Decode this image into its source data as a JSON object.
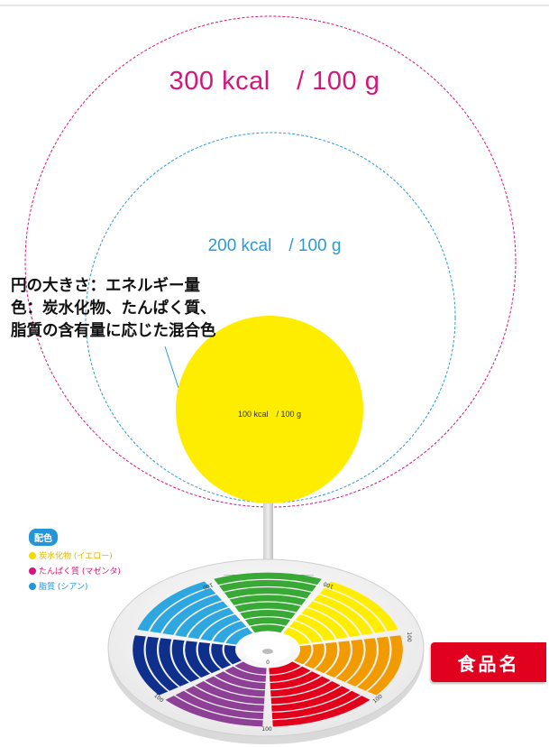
{
  "circles": {
    "label_300": "300 kcal　/ 100 g",
    "label_200": "200 kcal　/ 100 g",
    "label_100": "100 kcal　/ 100 g",
    "color_300": "#d6157a",
    "color_200": "#2c9ad6",
    "fill_100": "#ffed00"
  },
  "caption": {
    "line1": "円の大きさ：エネルギー量",
    "line2": "色：炭水化物、たんぱく質、",
    "line3": "脂質の含有量に応じた混合色"
  },
  "legend": {
    "title": "配色",
    "items": [
      {
        "label": "炭水化物 (イエロー)",
        "color": "#f5d800"
      },
      {
        "label": "たんぱく質 (マゼンタ)",
        "color": "#d6157a"
      },
      {
        "label": "脂質 (シアン)",
        "color": "#2496d8"
      }
    ]
  },
  "dial": {
    "tick_labels": [
      "100",
      "100",
      "100",
      "100",
      "100",
      "100"
    ],
    "center_label": "0",
    "sector_colors": [
      "#39a935",
      "#ffed00",
      "#f29b00",
      "#e3001b",
      "#8e3f96",
      "#0e2f8c",
      "#2ea7e0"
    ]
  },
  "food_label": "食品名"
}
